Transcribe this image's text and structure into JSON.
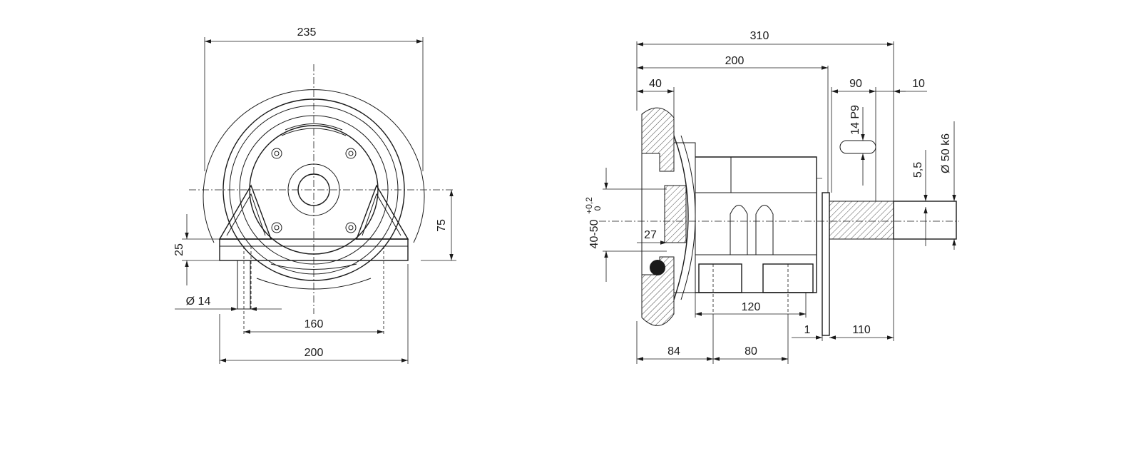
{
  "front_view": {
    "dims": {
      "overall_width": "235",
      "base_width": "200",
      "hole_spacing": "160",
      "hole_diameter": "Ø 14",
      "base_height": "25",
      "axis_height": "75"
    }
  },
  "side_view": {
    "dims": {
      "overall_length": "310",
      "length_200": "200",
      "hub_40": "40",
      "key_90": "90",
      "shaft_10": "10",
      "keyway": "14 P9",
      "key_depth": "5,5",
      "shaft_diameter": "Ø 50 k6",
      "bore_range": "40-50",
      "bore_tol_upper": "+0,2",
      "bore_tol_lower": "0",
      "dim_27": "27",
      "dim_120": "120",
      "dim_84": "84",
      "dim_80": "80",
      "dim_1": "1",
      "dim_110": "110"
    }
  }
}
